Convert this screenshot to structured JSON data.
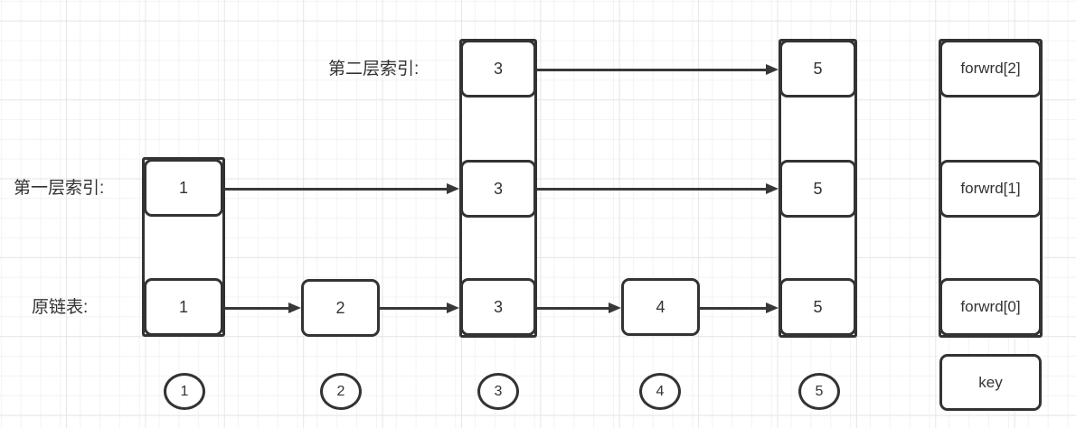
{
  "diagram_type": "skip-list",
  "labels": {
    "layer2": "第二层索引:",
    "layer1": "第一层索引:",
    "layer0": "原链表:"
  },
  "nodes": {
    "n1": {
      "layer1": "1",
      "layer0": "1"
    },
    "n2": {
      "layer0": "2"
    },
    "n3": {
      "layer2": "3",
      "layer1": "3",
      "layer0": "3"
    },
    "n4": {
      "layer0": "4"
    },
    "n5": {
      "layer2": "5",
      "layer1": "5",
      "layer0": "5"
    }
  },
  "structure": {
    "layer2": "forwrd[2]",
    "layer1": "forwrd[1]",
    "layer0": "forwrd[0]",
    "key": "key"
  },
  "markers": {
    "m1": "1",
    "m2": "2",
    "m3": "3",
    "m4": "4",
    "m5": "5"
  },
  "edges": [
    {
      "layer": "layer2",
      "from": "3",
      "to": "5"
    },
    {
      "layer": "layer1",
      "from": "1",
      "to": "3"
    },
    {
      "layer": "layer1",
      "from": "3",
      "to": "5"
    },
    {
      "layer": "layer0",
      "from": "1",
      "to": "2"
    },
    {
      "layer": "layer0",
      "from": "2",
      "to": "3"
    },
    {
      "layer": "layer0",
      "from": "3",
      "to": "4"
    },
    {
      "layer": "layer0",
      "from": "4",
      "to": "5"
    }
  ],
  "colors": {
    "stroke": "#333333",
    "arrow": "#383838",
    "text": "#333333",
    "background": "#ffffff",
    "grid_minor": "#f3f3f3",
    "grid_major": "#e6e6e6"
  }
}
